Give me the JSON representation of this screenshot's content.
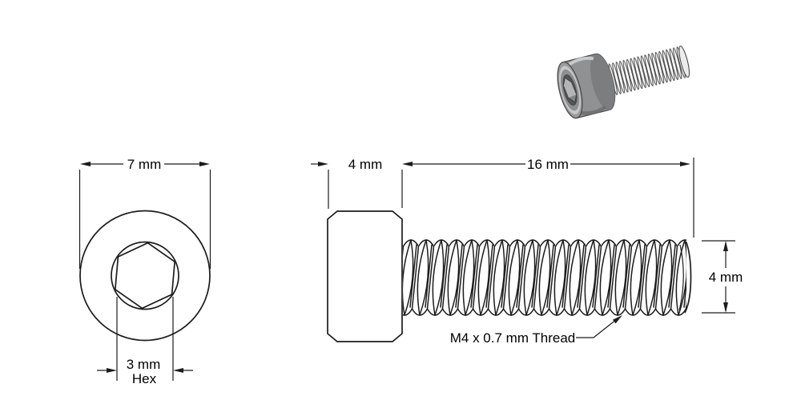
{
  "page": {
    "background": "#ffffff"
  },
  "colors": {
    "line": "#1c1c1c",
    "text": "#000000",
    "render_head_gray": "#8f9193",
    "render_head_dark": "#7b7d7f",
    "render_chamfer_ring_light": "#c6c7c9",
    "render_socket_dark": "#525456",
    "render_hex_face": "#b3b5b7",
    "render_thread_white": "#fdfdfd",
    "render_outline": "#4a4a4a"
  },
  "front_view": {
    "diameter_label": "7 mm",
    "hex_width_label": "3 mm",
    "hex_caption": "Hex"
  },
  "side_view": {
    "head_length_label": "4 mm",
    "thread_length_label": "16 mm",
    "thread_diameter_label": "4 mm",
    "thread_spec_label": "M4 x 0.7 mm Thread"
  }
}
